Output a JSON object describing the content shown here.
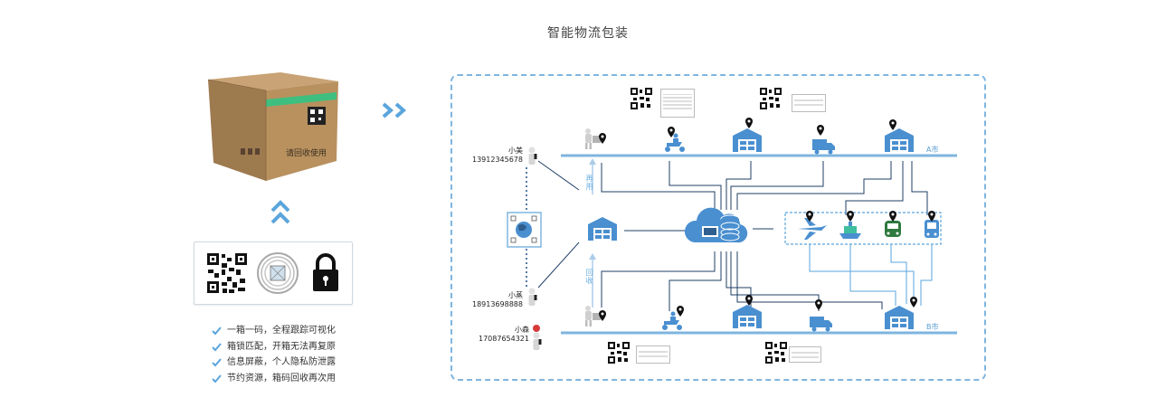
{
  "page": {
    "title": "智能物流包装"
  },
  "box": {
    "label": "请回收使用"
  },
  "features": [
    "一箱一码，全程跟踪可视化",
    "箱锁匹配，开箱无法再复原",
    "信息屏蔽，个人隐私防泄露",
    "节约资源，箱码回收再次用"
  ],
  "flow": {
    "sender": {
      "name": "小美",
      "phone": "13912345678"
    },
    "recycler": {
      "name": "小蒸",
      "phone": "18913698888"
    },
    "courier": {
      "name": "小森",
      "phone": "17087654321"
    },
    "city_a": "A市",
    "city_b": "B市",
    "label_use": "再用",
    "label_recycle": "回收"
  },
  "colors": {
    "accent": "#5aa5dc",
    "icon": "#4a8fd0",
    "pin": "#111111",
    "box": "#b08a5b",
    "stripe": "#3fbf7f"
  },
  "icons": [
    "qr-code-icon",
    "rfid-coil-icon",
    "lock-icon",
    "globe-icon",
    "warehouse-icon",
    "cloud-server-icon",
    "database-icon",
    "plane-icon",
    "ship-icon",
    "train-icon",
    "bus-icon",
    "truck-icon",
    "courier-scooter-icon",
    "worker-icon",
    "location-pin-icon",
    "check-icon"
  ]
}
